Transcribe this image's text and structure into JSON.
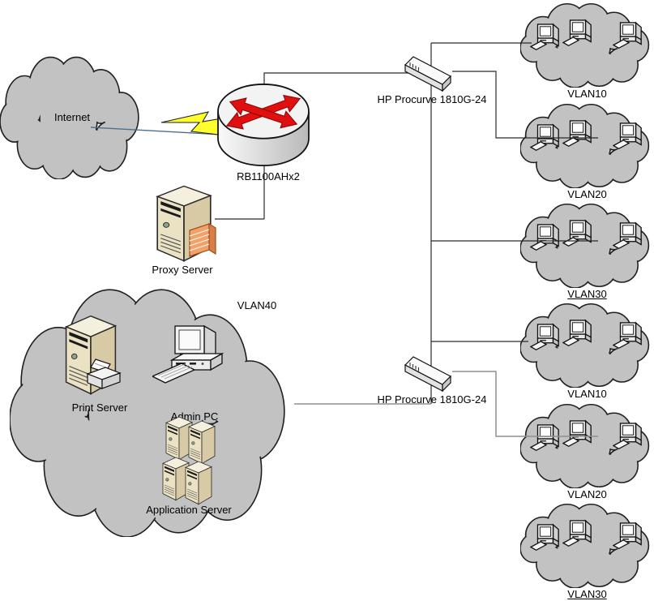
{
  "colors": {
    "cloud_fill": "#c2c2c2",
    "cloud_stroke": "#1f1f1f",
    "server_front": "#ebe2c4",
    "server_side": "#d7caa5",
    "server_top": "#f5f0de",
    "firewall_orange": "#f2a269",
    "bolt_yellow": "#ffff2e",
    "arrow_red": "#e01010",
    "line_dark": "#2b2b2b",
    "line_gray": "#8f8f8f"
  },
  "nodes": {
    "internet": {
      "label": "Internet",
      "type": "cloud"
    },
    "router": {
      "label": "RB1100AHx2",
      "type": "router"
    },
    "proxy_server": {
      "label": "Proxy Server",
      "type": "server-with-firewall"
    },
    "switch_top": {
      "label": "HP Procurve 1810G-24",
      "type": "switch"
    },
    "switch_bottom": {
      "label": "HP Procurve 1810G-24",
      "type": "switch"
    },
    "vlan40": {
      "label": "VLAN40",
      "type": "cloud"
    },
    "print_server": {
      "label": "Print Server",
      "type": "server-with-printer"
    },
    "admin_pc": {
      "label": "Admin PC",
      "type": "workstation"
    },
    "application_server": {
      "label": "Application Server",
      "type": "server-stack"
    }
  },
  "vlan_clouds": [
    {
      "label": "VLAN10",
      "underlined": false,
      "computers": 3
    },
    {
      "label": "VLAN20",
      "underlined": false,
      "computers": 3
    },
    {
      "label": "VLAN30",
      "underlined": true,
      "computers": 3
    },
    {
      "label": "VLAN10",
      "underlined": false,
      "computers": 3
    },
    {
      "label": "VLAN20",
      "underlined": false,
      "computers": 3
    },
    {
      "label": "VLAN30",
      "underlined": true,
      "computers": 3
    }
  ]
}
